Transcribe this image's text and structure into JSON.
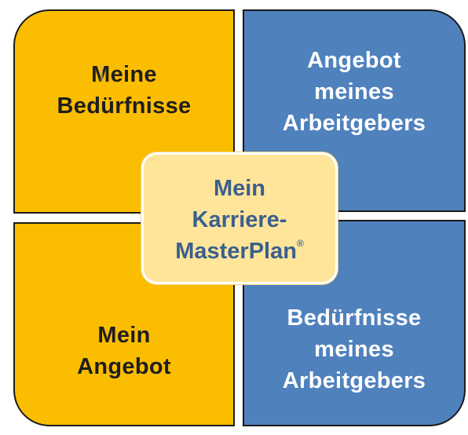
{
  "quadrants": {
    "top_left": {
      "lines": [
        "Meine",
        "Bedürfnisse"
      ]
    },
    "top_right": {
      "lines": [
        "Angebot",
        "meines",
        "Arbeitgebers"
      ]
    },
    "bottom_left": {
      "lines": [
        "Mein",
        "Angebot"
      ]
    },
    "bottom_right": {
      "lines": [
        "Bedürfnisse",
        "meines",
        "Arbeitgebers"
      ]
    }
  },
  "center": {
    "lines": [
      "Mein",
      "Karriere-",
      "MasterPlan"
    ],
    "registered_mark": "®"
  },
  "colors": {
    "yellow": "#fbbd00",
    "blue": "#4f81bd",
    "center_fill": "#ffe59a",
    "center_text": "#3a5f8f"
  }
}
